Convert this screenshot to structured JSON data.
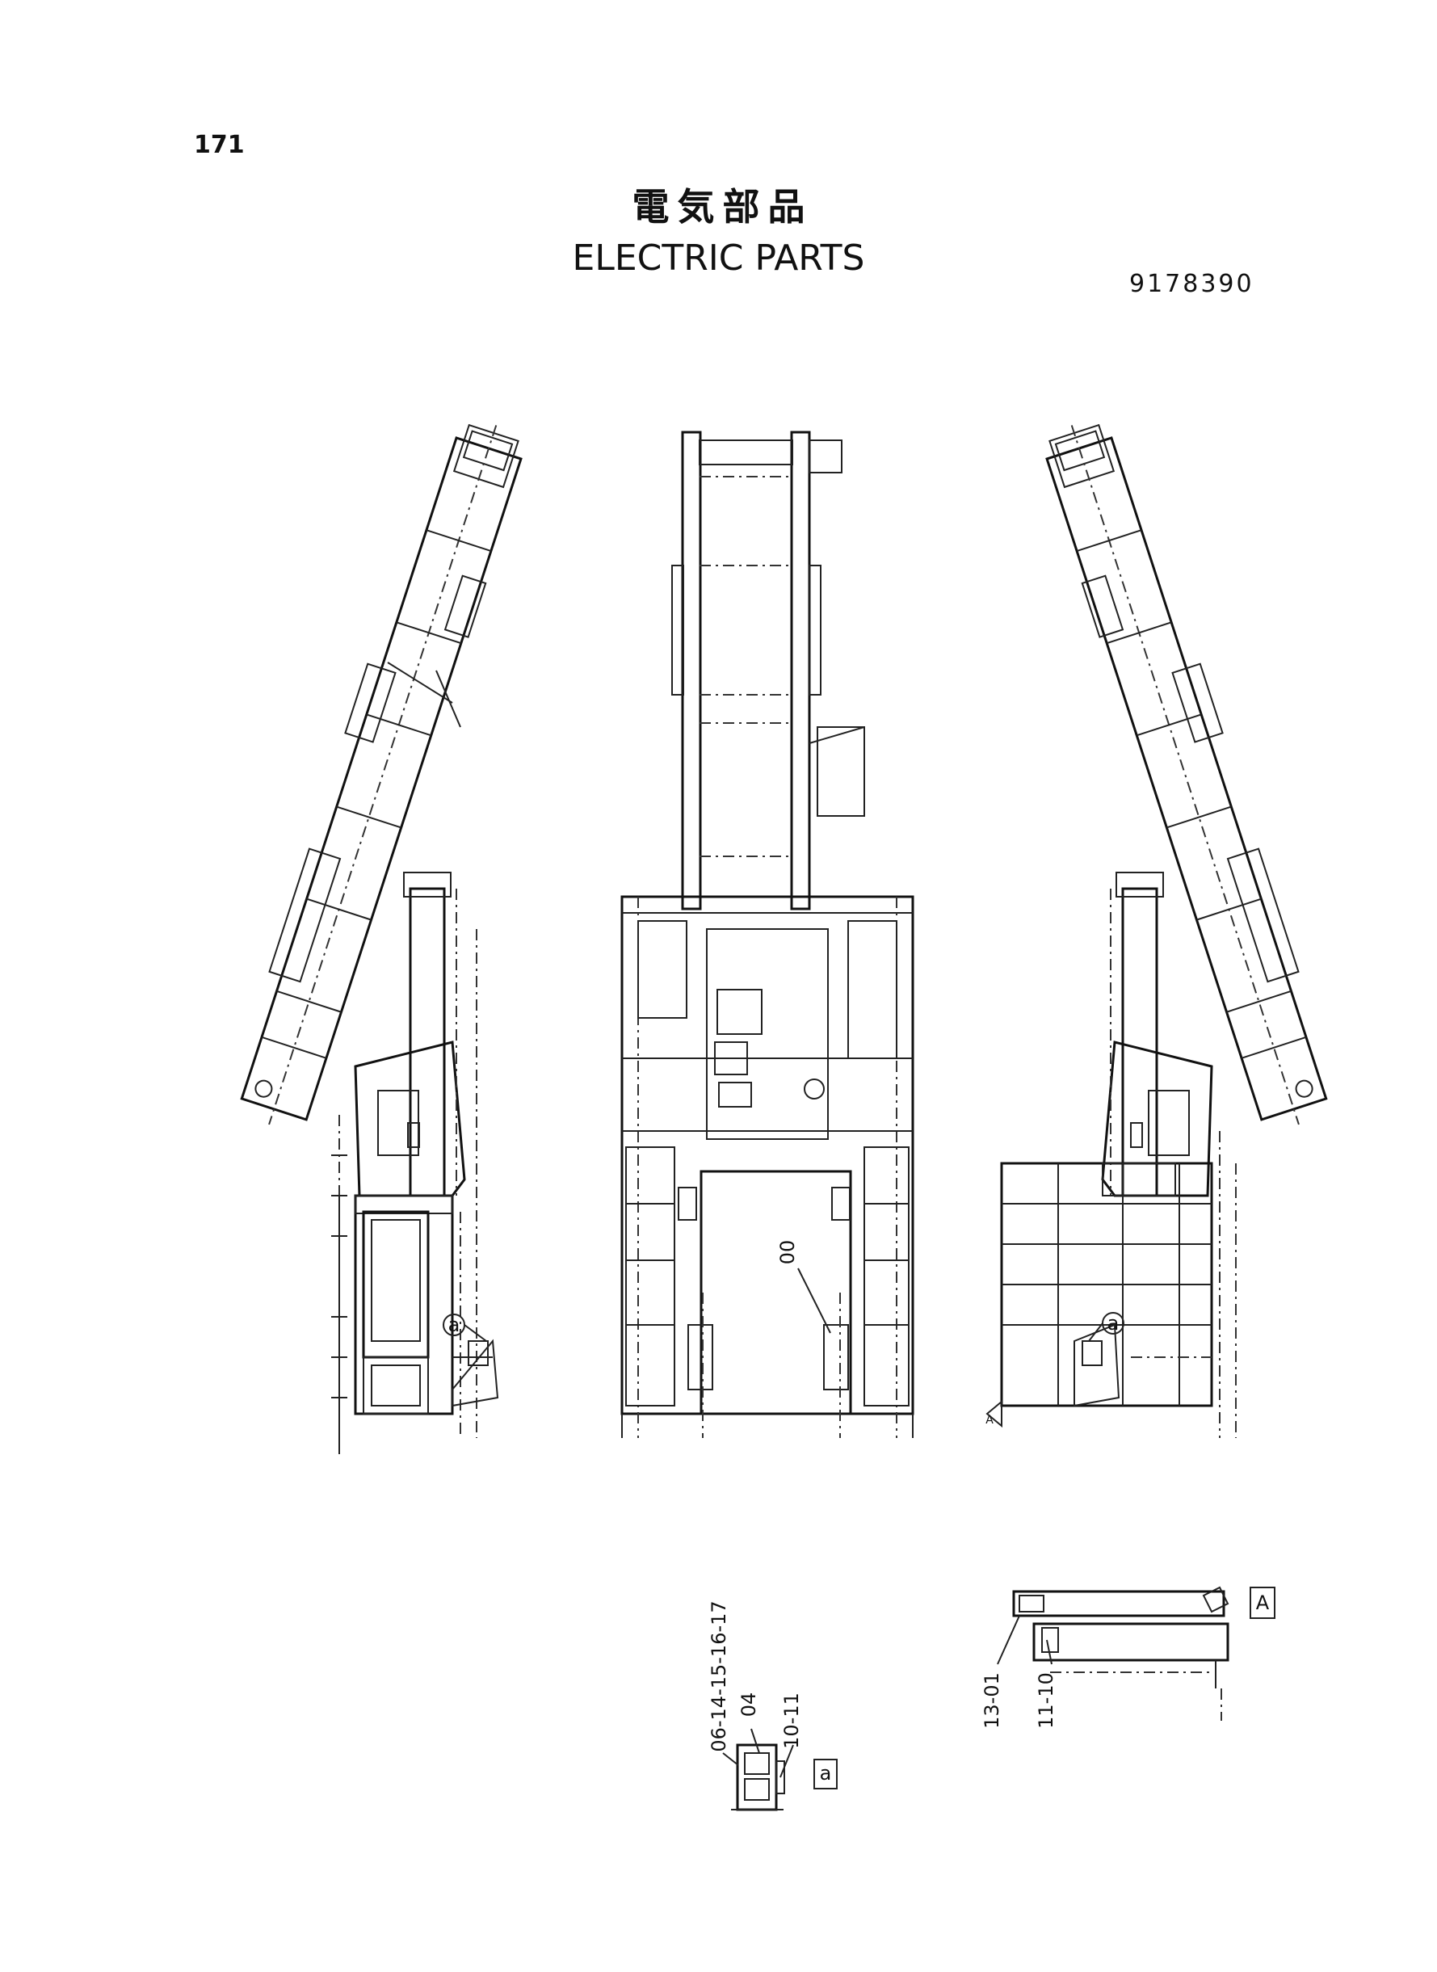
{
  "header": {
    "page_number": "171",
    "title_jp": "電気部品",
    "title_en": "ELECTRIC PARTS",
    "drawing_number": "9178390"
  },
  "callouts": {
    "main_frame": "00",
    "detail_a_parts_1": "06-14-15-16-17",
    "detail_a_parts_2": "04",
    "detail_a_parts_3": "10-11",
    "section_parts_1": "13-01",
    "section_parts_2": "11-10",
    "detail_a_marker_left": "a",
    "detail_a_marker_right": "a",
    "detail_a_box": "a",
    "section_box": "A",
    "arrow_marker": "A"
  }
}
